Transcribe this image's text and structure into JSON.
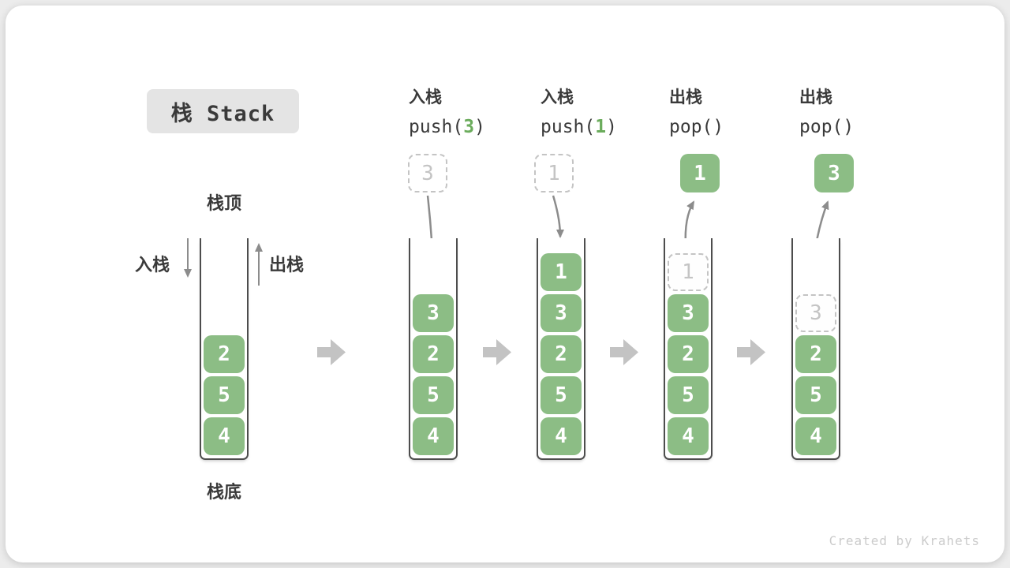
{
  "title": {
    "label": "栈 Stack"
  },
  "side_labels": {
    "stack_top": "栈顶",
    "stack_bottom": "栈底",
    "push": "入栈",
    "pop": "出栈"
  },
  "footer": {
    "credit": "Created by Krahets"
  },
  "colors": {
    "green_box": "#8CBD85",
    "accent_green": "#6BAC5C",
    "gray_arrow": "#8C8C8C",
    "block_arrow": "#C3C3C3",
    "ghost": "#C4C4C4",
    "wall": "#4D4D4D",
    "text_dark": "#3A3A3A",
    "title_bg": "#E4E4E4",
    "footer": "#CBCBCB"
  },
  "columns": [
    {
      "id": "initial",
      "header": null,
      "floating": null,
      "cells": [
        {
          "v": "2"
        },
        {
          "v": "5"
        },
        {
          "v": "4"
        }
      ]
    },
    {
      "id": "push-3",
      "header": {
        "op": "入栈",
        "code_pre": "push(",
        "code_arg": "3",
        "code_post": ")"
      },
      "floating": {
        "style": "dashed",
        "v": "3"
      },
      "cells": [
        {
          "v": "3"
        },
        {
          "v": "2"
        },
        {
          "v": "5"
        },
        {
          "v": "4"
        }
      ]
    },
    {
      "id": "push-1",
      "header": {
        "op": "入栈",
        "code_pre": "push(",
        "code_arg": "1",
        "code_post": ")"
      },
      "floating": {
        "style": "dashed",
        "v": "1"
      },
      "cells": [
        {
          "v": "1"
        },
        {
          "v": "3"
        },
        {
          "v": "2"
        },
        {
          "v": "5"
        },
        {
          "v": "4"
        }
      ]
    },
    {
      "id": "pop-1",
      "header": {
        "op": "出栈",
        "code_pre": "pop()",
        "code_arg": "",
        "code_post": ""
      },
      "floating": {
        "style": "solid",
        "v": "1"
      },
      "cells": [
        {
          "v": "1",
          "ghost": true
        },
        {
          "v": "3"
        },
        {
          "v": "2"
        },
        {
          "v": "5"
        },
        {
          "v": "4"
        }
      ]
    },
    {
      "id": "pop-3",
      "header": {
        "op": "出栈",
        "code_pre": "pop()",
        "code_arg": "",
        "code_post": ""
      },
      "floating": {
        "style": "solid",
        "v": "3"
      },
      "cells": [
        {
          "v": "3",
          "ghost": true
        },
        {
          "v": "2"
        },
        {
          "v": "5"
        },
        {
          "v": "4"
        }
      ]
    }
  ]
}
